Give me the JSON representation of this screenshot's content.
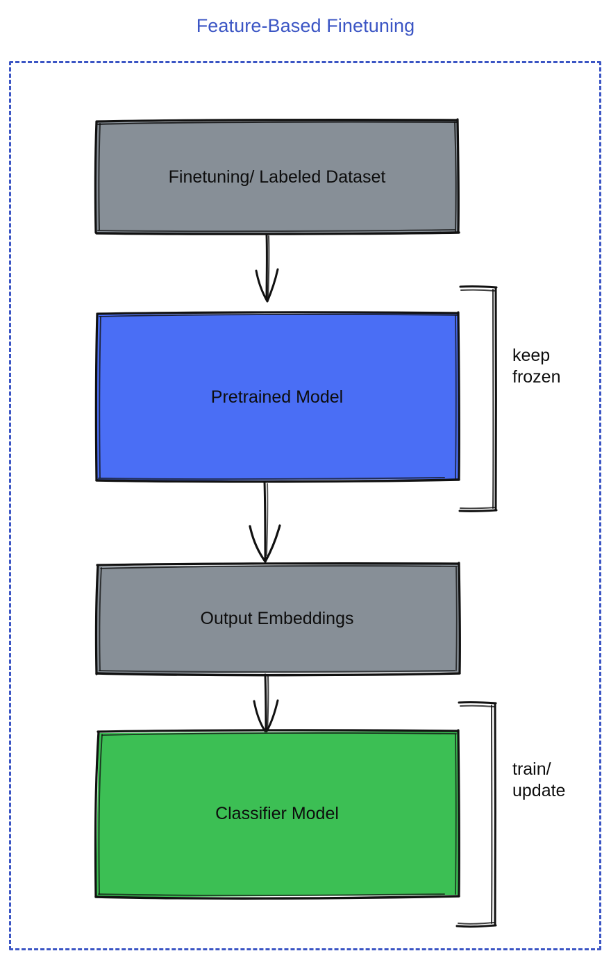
{
  "title": "Feature-Based Finetuning",
  "colors": {
    "title": "#3b55c4",
    "frame_border": "#3b55c4",
    "gray_fill": "#878f97",
    "blue_fill": "#4a6ef5",
    "green_fill": "#3cbf54",
    "stroke": "#111111",
    "text": "#0d0d0d"
  },
  "chart_data": {
    "type": "diagram",
    "title": "Feature-Based Finetuning",
    "nodes": [
      {
        "id": "dataset",
        "label": "Finetuning/ Labeled Dataset",
        "fill": "#878f97",
        "shape": "rectangle"
      },
      {
        "id": "pretrained",
        "label": "Pretrained Model",
        "fill": "#4a6ef5",
        "shape": "rectangle"
      },
      {
        "id": "embeddings",
        "label": "Output Embeddings",
        "fill": "#878f97",
        "shape": "rectangle"
      },
      {
        "id": "classifier",
        "label": "Classifier Model",
        "fill": "#3cbf54",
        "shape": "rectangle"
      }
    ],
    "edges": [
      {
        "from": "dataset",
        "to": "pretrained",
        "style": "arrow"
      },
      {
        "from": "pretrained",
        "to": "embeddings",
        "style": "arrow"
      },
      {
        "from": "embeddings",
        "to": "classifier",
        "style": "arrow"
      }
    ],
    "annotations": [
      {
        "id": "keep-frozen",
        "label": "keep\nfrozen",
        "bracket_targets": [
          "pretrained"
        ]
      },
      {
        "id": "train-update",
        "label": "train/\nupdate",
        "bracket_targets": [
          "classifier"
        ]
      }
    ]
  },
  "nodes": {
    "dataset": {
      "label": "Finetuning/ Labeled Dataset"
    },
    "pretrained": {
      "label": "Pretrained Model"
    },
    "embeddings": {
      "label": "Output Embeddings"
    },
    "classifier": {
      "label": "Classifier Model"
    }
  },
  "annotations": {
    "keep_frozen": "keep\nfrozen",
    "train_update": "train/\nupdate"
  }
}
